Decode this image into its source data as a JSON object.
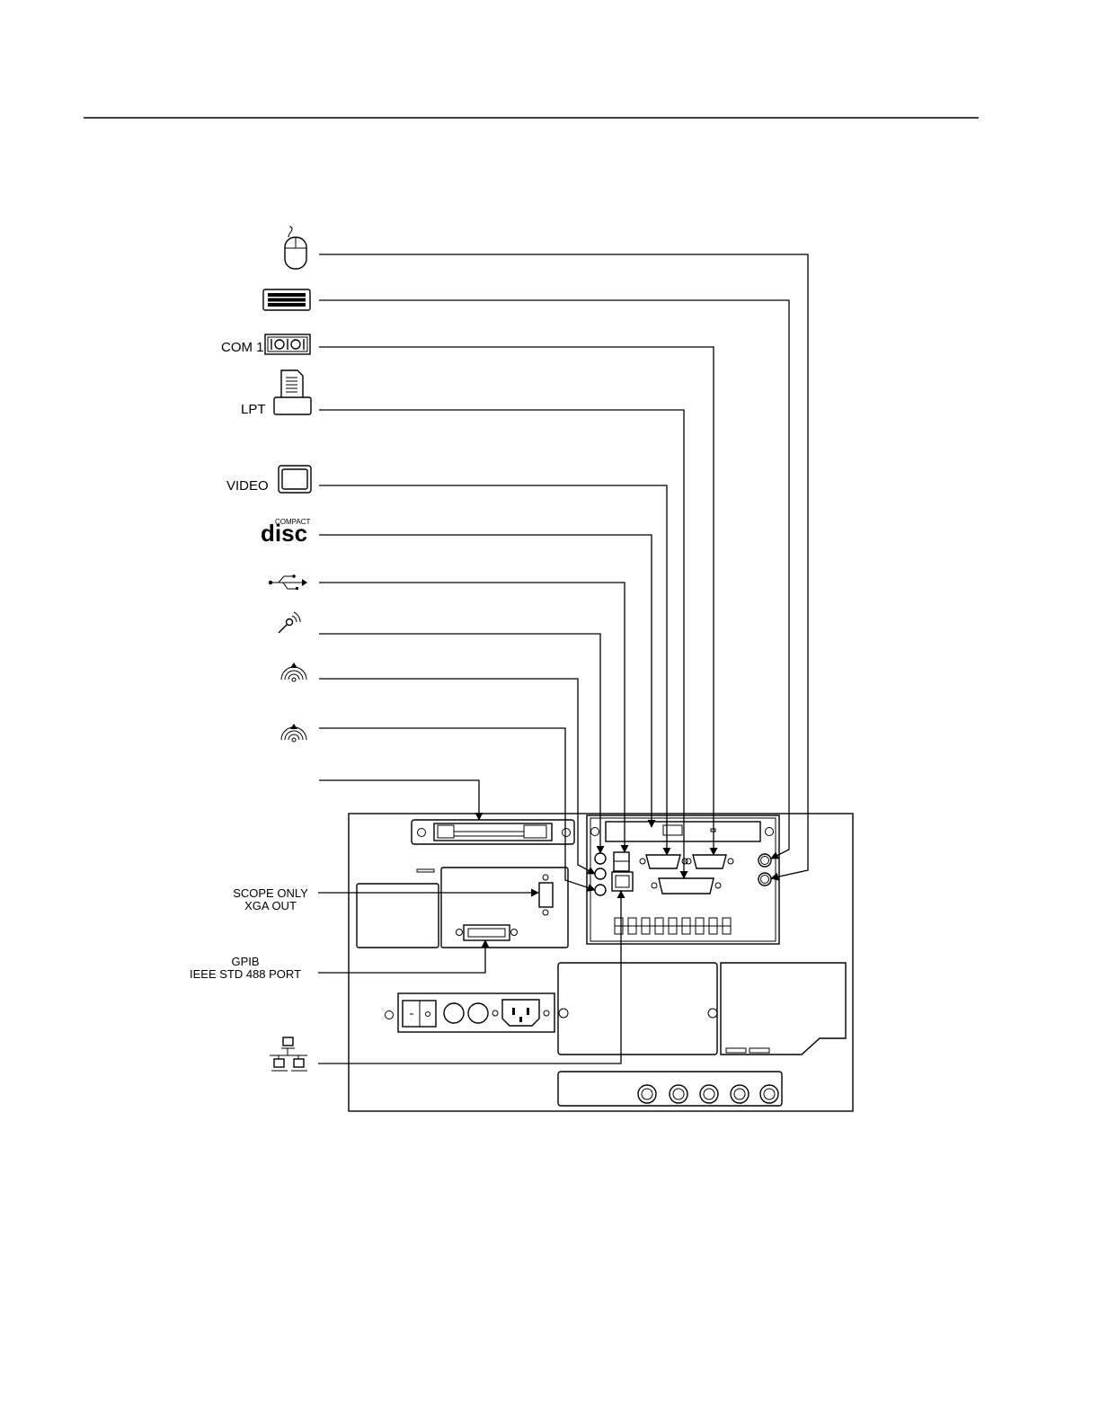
{
  "diagram": {
    "labels": {
      "com1": "COM 1",
      "lpt": "LPT",
      "video": "VIDEO",
      "disc_small": "COMPACT",
      "disc_big": "disc",
      "scope_line1": "SCOPE ONLY",
      "scope_line2": "XGA OUT",
      "gpib_line1": "GPIB",
      "gpib_line2": "IEEE STD 488 PORT"
    },
    "icons": [
      "mouse-icon",
      "keyboard-icon",
      "serial-port-icon",
      "printer-icon",
      "monitor-icon",
      "compact-disc-logo",
      "usb-icon",
      "microphone-icon",
      "line-out-icon",
      "line-in-icon",
      "network-icon"
    ]
  }
}
